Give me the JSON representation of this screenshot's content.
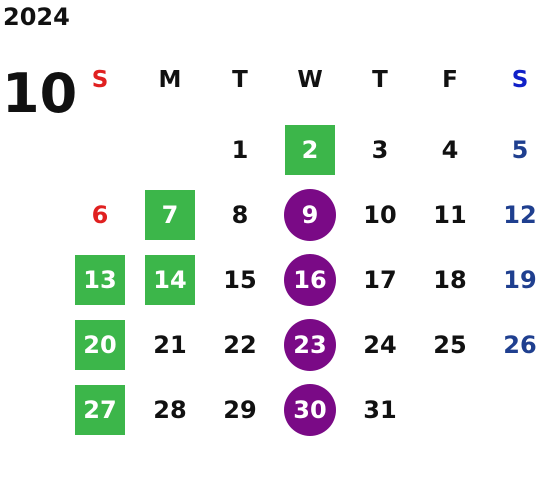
{
  "header": {
    "year": "2024",
    "month": "10"
  },
  "weekdays": [
    "S",
    "M",
    "T",
    "W",
    "T",
    "F",
    "S"
  ],
  "colors": {
    "sunday": "#e02020",
    "saturday_header": "#1020c8",
    "saturday": "#1f3f8f",
    "green_highlight": "#3cb64a",
    "purple_highlight": "#7a0a86"
  },
  "weeks": [
    [
      {
        "day": ""
      },
      {
        "day": ""
      },
      {
        "day": "1"
      },
      {
        "day": "2",
        "highlight": "green"
      },
      {
        "day": "3"
      },
      {
        "day": "4"
      },
      {
        "day": "5"
      }
    ],
    [
      {
        "day": "6"
      },
      {
        "day": "7",
        "highlight": "green"
      },
      {
        "day": "8"
      },
      {
        "day": "9",
        "highlight": "purple"
      },
      {
        "day": "10"
      },
      {
        "day": "11"
      },
      {
        "day": "12"
      }
    ],
    [
      {
        "day": "13",
        "highlight": "green"
      },
      {
        "day": "14",
        "highlight": "green"
      },
      {
        "day": "15"
      },
      {
        "day": "16",
        "highlight": "purple"
      },
      {
        "day": "17"
      },
      {
        "day": "18"
      },
      {
        "day": "19"
      }
    ],
    [
      {
        "day": "20",
        "highlight": "green"
      },
      {
        "day": "21"
      },
      {
        "day": "22"
      },
      {
        "day": "23",
        "highlight": "purple"
      },
      {
        "day": "24"
      },
      {
        "day": "25"
      },
      {
        "day": "26"
      }
    ],
    [
      {
        "day": "27",
        "highlight": "green"
      },
      {
        "day": "28"
      },
      {
        "day": "29"
      },
      {
        "day": "30",
        "highlight": "purple"
      },
      {
        "day": "31"
      },
      {
        "day": ""
      },
      {
        "day": ""
      }
    ]
  ]
}
